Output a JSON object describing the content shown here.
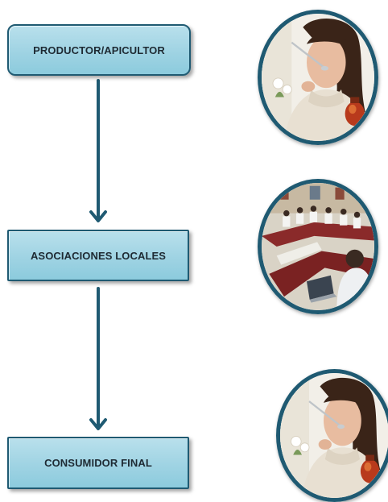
{
  "diagram": {
    "nodes": [
      {
        "id": "productor",
        "label": "PRODUCTOR/APICULTOR"
      },
      {
        "id": "asociaciones",
        "label": "ASOCIACIONES LOCALES"
      },
      {
        "id": "consumidor",
        "label": "CONSUMIDOR FINAL"
      }
    ],
    "colors": {
      "node_fill": "#9fd3e3",
      "node_border": "#1f5a72",
      "arrow": "#1f5a72",
      "photo_border": "#1f5a72"
    }
  },
  "photos": [
    {
      "depicts": "woman-tasting-honey"
    },
    {
      "depicts": "meeting-room-group"
    },
    {
      "depicts": "woman-tasting-honey"
    }
  ]
}
